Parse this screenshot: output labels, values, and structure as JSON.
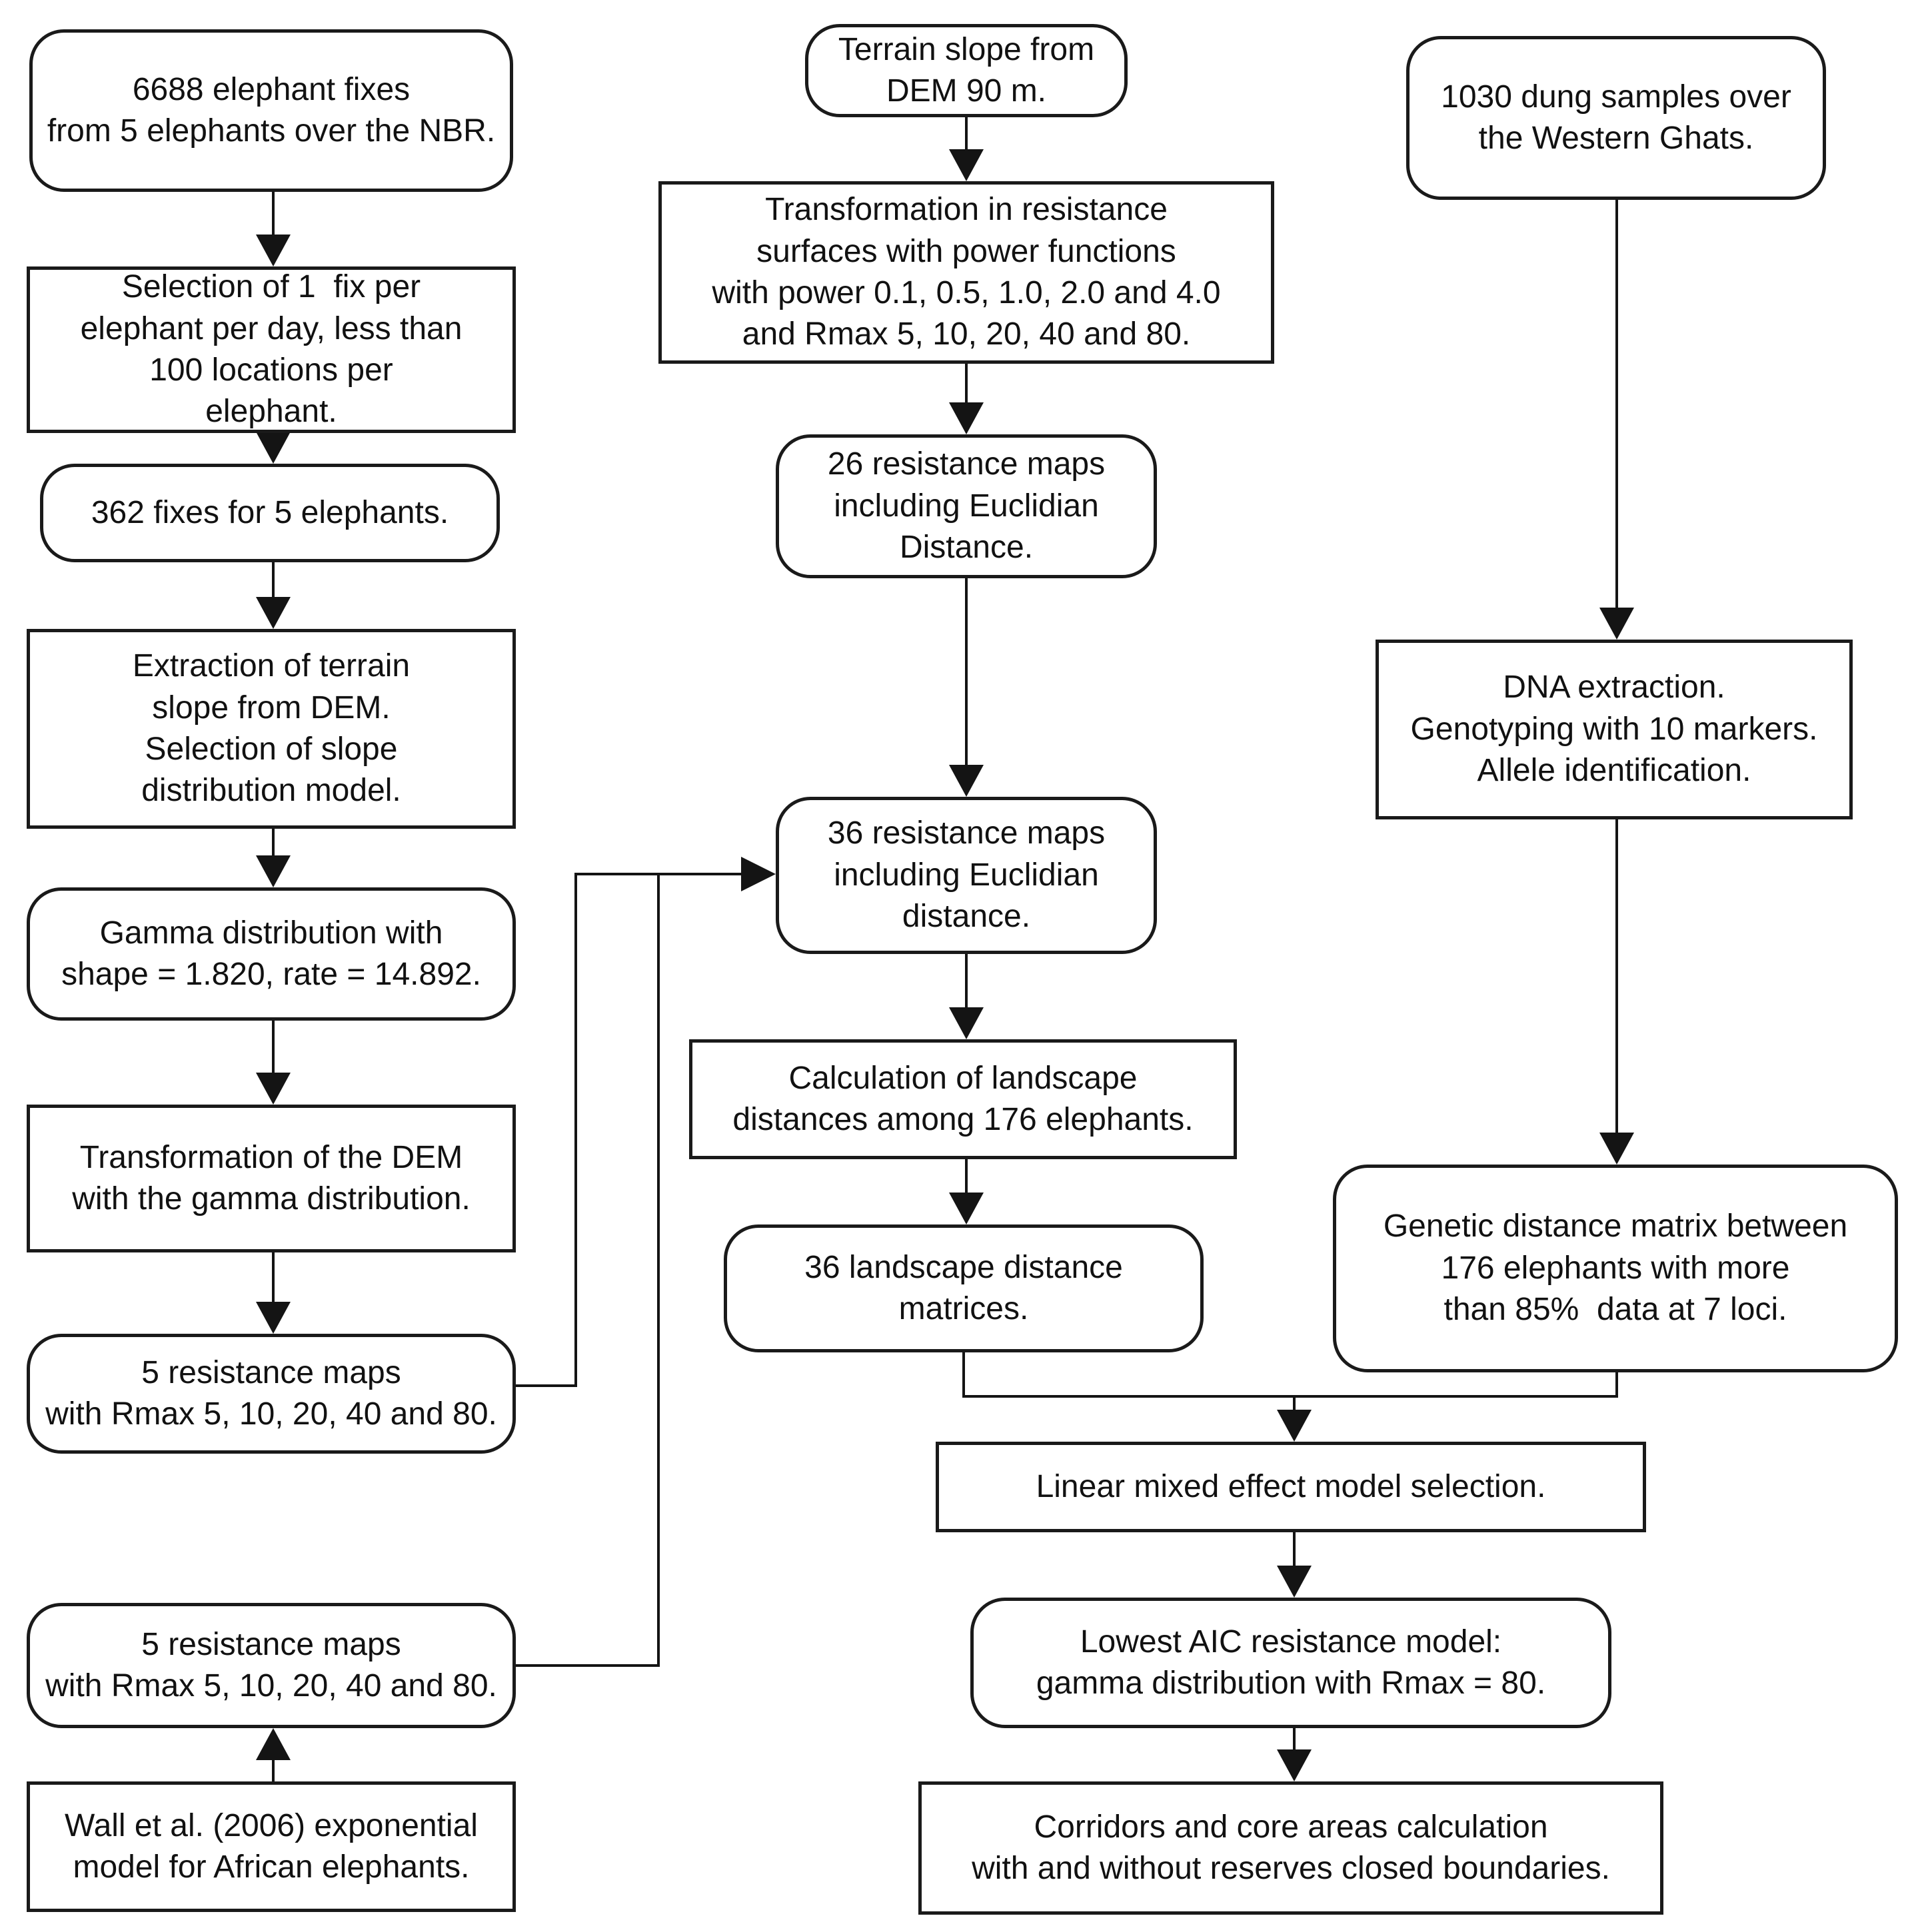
{
  "diagram_title": "Elephant landscape-genetics methodology flowchart",
  "colors": {
    "background": "#ffffff",
    "line": "#141414",
    "box_border": "#1a1a1a",
    "text": "#111111"
  },
  "boxes": {
    "elephant_fixes": "6688 elephant fixes\nfrom 5 elephants over the NBR.",
    "fix_selection": "Selection of 1  fix per\nelephant per day, less than\n100 locations per\nelephant.",
    "fixes_362": "362 fixes for 5 elephants.",
    "slope_extraction": "Extraction of terrain\nslope from DEM.\nSelection of slope\ndistribution model.",
    "gamma_distribution": "Gamma distribution with\nshape = 1.820, rate = 14.892.",
    "dem_gamma_transformation": "Transformation of the DEM\nwith the gamma distribution.",
    "resistance_maps_gamma": "5 resistance maps\nwith Rmax 5, 10, 20, 40 and 80.",
    "resistance_maps_wall": "5 resistance maps\nwith Rmax 5, 10, 20, 40 and 80.",
    "wall_model": "Wall et al. (2006) exponential\nmodel for African elephants.",
    "terrain_slope_dem90": "Terrain slope from\nDEM 90 m.",
    "power_transformation": "Transformation in resistance\nsurfaces with power functions\nwith power 0.1, 0.5, 1.0, 2.0 and 4.0\nand Rmax 5, 10, 20, 40 and 80.",
    "resistance_maps_26": "26 resistance maps\nincluding Euclidian\nDistance.",
    "resistance_maps_36": "36 resistance maps\nincluding Euclidian\ndistance.",
    "landscape_distance_calculation": "Calculation of landscape\ndistances among 176 elephants.",
    "landscape_matrices_36": "36 landscape distance\nmatrices.",
    "dung_samples": "1030 dung samples over\nthe Western Ghats.",
    "dna_extraction": "DNA extraction.\nGenotyping with 10 markers.\nAllele identification.",
    "genetic_distance_matrix": "Genetic distance matrix between\n176 elephants with more\nthan 85%  data at 7 loci.",
    "linear_mixed_model": "Linear mixed effect model selection.",
    "lowest_aic_model": "Lowest AIC resistance model:\ngamma distribution with Rmax = 80.",
    "corridors_core_areas": "Corridors and core areas calculation\nwith and without reserves closed boundaries."
  }
}
